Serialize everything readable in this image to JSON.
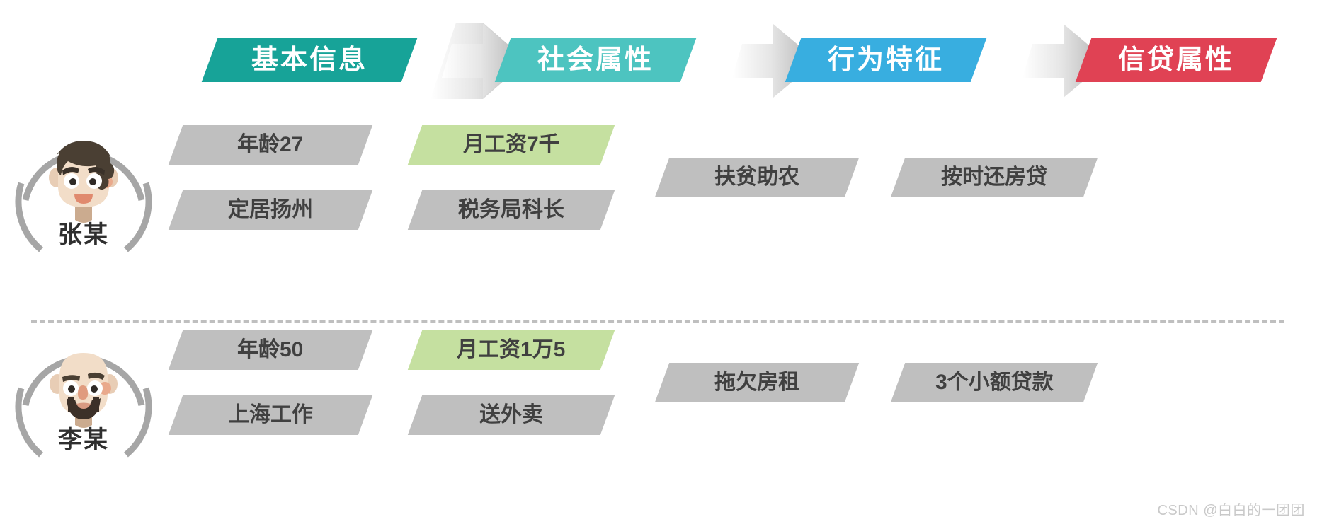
{
  "header": {
    "banners": [
      {
        "label": "基本信息",
        "color": "#17a398"
      },
      {
        "label": "社会属性",
        "color": "#4dc4c0"
      },
      {
        "label": "行为特征",
        "color": "#38aee0"
      },
      {
        "label": "信贷属性",
        "color": "#e04254"
      }
    ],
    "arrow_color": "#c9c9c9"
  },
  "people": [
    {
      "name": "张某",
      "avatar": "male-curly-hair-avatar",
      "tags": {
        "basic": [
          "年龄27",
          "定居扬州"
        ],
        "social": [
          "月工资7千",
          "税务局科长"
        ],
        "behavior": [
          "扶贫助农"
        ],
        "credit": [
          "按时还房贷"
        ]
      },
      "highlight": "月工资7千"
    },
    {
      "name": "李某",
      "avatar": "bald-bearded-avatar",
      "tags": {
        "basic": [
          "年龄50",
          "上海工作"
        ],
        "social": [
          "月工资1万5",
          "送外卖"
        ],
        "behavior": [
          "拖欠房租"
        ],
        "credit": [
          "3个小额贷款"
        ]
      },
      "highlight": "月工资1万5"
    }
  ],
  "colors": {
    "tag_gray": "#bfbfbf",
    "tag_green": "#c5e0a0",
    "tag_text": "#404040",
    "divider": "#bfbfbf"
  },
  "watermark": "CSDN @白白的一团团"
}
